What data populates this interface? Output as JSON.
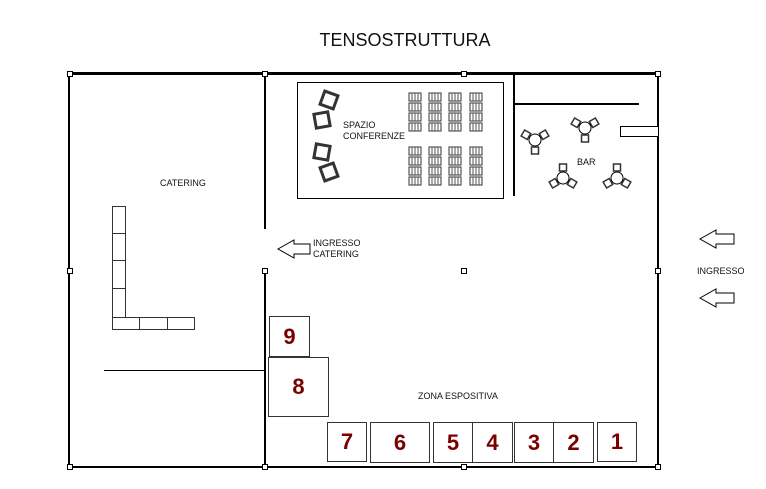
{
  "title": "TENSOSTRUTTURA",
  "zones": {
    "catering": "CATERING",
    "conference": "SPAZIO CONFERENZE",
    "bar": "BAR",
    "exhibition": "ZONA ESPOSITIVA",
    "catering_entrance": "INGRESSO CATERING",
    "main_entrance": "INGRESSO"
  },
  "stands": [
    "1",
    "2",
    "3",
    "4",
    "5",
    "6",
    "7",
    "8",
    "9"
  ],
  "colors": {
    "stand_number": "#7a0000",
    "wall": "#000000"
  }
}
